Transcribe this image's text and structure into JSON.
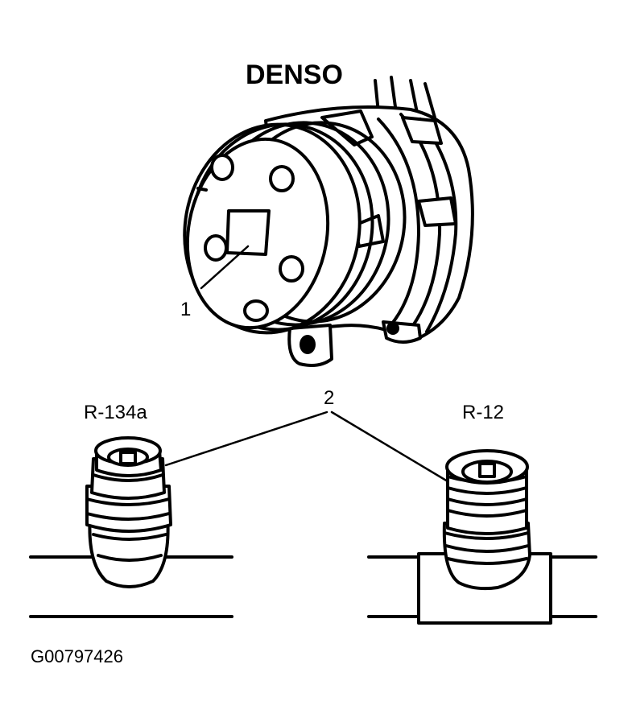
{
  "labels": {
    "brand": "DENSO",
    "callout_1": "1",
    "callout_2": "2",
    "fitting_left": "R-134a",
    "fitting_right": "R-12",
    "figure_id": "G00797426"
  }
}
